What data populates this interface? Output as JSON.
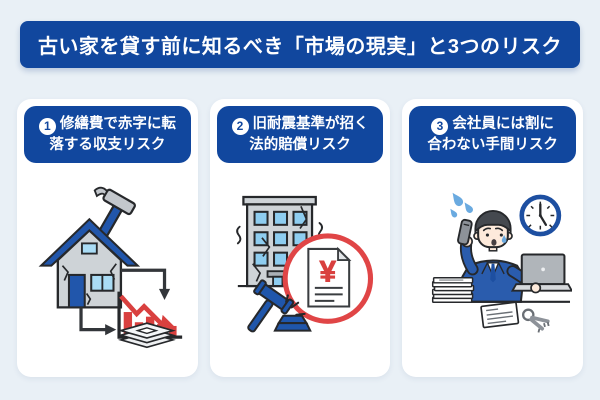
{
  "colors": {
    "background": "#e9f0f6",
    "primary_blue": "#11479e",
    "card_white": "#ffffff",
    "accent_red": "#d9403f",
    "highlight_circle_red": "#e04546",
    "illustration_blue": "#2156ab",
    "light_blue_window": "#aadcf5",
    "wall_gray": "#ced3d7"
  },
  "header": {
    "title": "古い家を貸す前に知るべき「市場の現実」と3つのリスク"
  },
  "cards": [
    {
      "number": "1",
      "title_line1": "修繕費で赤字に転",
      "title_line2": "落する収支リスク",
      "illustration": "damaged-house-with-hammer-arrows-declining-red-chart-and-money-stack"
    },
    {
      "number": "2",
      "title_line1": "旧耐震基準が招く",
      "title_line2": "法的賠償リスク",
      "yen_symbol": "¥",
      "illustration": "cracked-building-gavel-and-compensation-document-in-red-circle"
    },
    {
      "number": "3",
      "title_line1": "会社員には割に",
      "title_line2": "合わない手間リスク",
      "illustration": "stressed-office-worker-on-phone-holding-laptop-with-clock-papers-and-keys"
    }
  ]
}
